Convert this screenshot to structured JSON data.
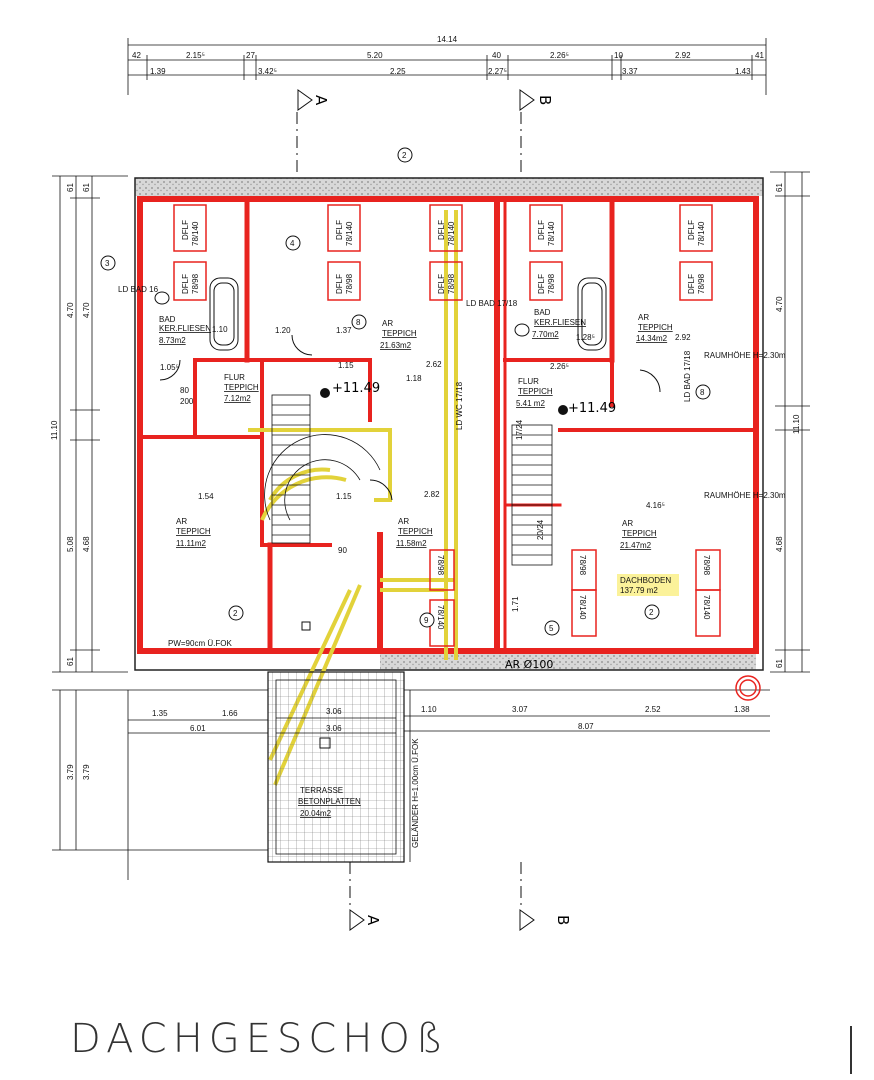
{
  "title": "DACHGESCHOß",
  "colors": {
    "wall": "#e8231f",
    "yellow": "#e2d23a",
    "line": "#111111",
    "hatch": "#9a9a9a"
  },
  "dims": {
    "top_total": "14.14",
    "top_row1": [
      "42",
      "2.15⁵",
      "27",
      "5.20",
      "40",
      "2.26⁵",
      "10",
      "2.92",
      "41"
    ],
    "top_row2": [
      "1.39",
      "3.42⁵",
      "2.25",
      "2.27⁵",
      "3.37",
      "1.43"
    ],
    "left_total": "11.10",
    "left_parts": [
      "61",
      "4.70",
      "5.08",
      "61"
    ],
    "left_inner": [
      "4.70",
      "4.68",
      "61"
    ],
    "right_total": "11.10",
    "right_parts": [
      "61",
      "4.70",
      "4.68",
      "61"
    ],
    "bottom_left": [
      "1.35",
      "1.66",
      "6.01"
    ],
    "bottom_mid": [
      "3.06",
      "3.06"
    ],
    "bottom_right": [
      "1.10",
      "3.07",
      "2.52",
      "1.38",
      "8.07"
    ],
    "lower_left": [
      "3.79",
      "3.79"
    ],
    "misc": [
      "1.05⁵",
      "1.20",
      "1.37",
      "1.15",
      "1.18",
      "2.62",
      "1.54",
      "1.15",
      "2.82",
      "4.16⁵",
      "2.92",
      "1.28⁵",
      "1.10",
      "2.26⁵",
      "1.71",
      "80",
      "200",
      "90"
    ]
  },
  "sections": {
    "a": "A",
    "b": "B"
  },
  "rooms": [
    {
      "name": "BAD",
      "floor": "KER.FLIESEN",
      "area": "8.73m2"
    },
    {
      "name": "AR",
      "floor": "TEPPICH",
      "area": "21.63m2"
    },
    {
      "name": "BAD",
      "floor": "KER.FLIESEN",
      "area": "7.70m2"
    },
    {
      "name": "AR",
      "floor": "TEPPICH",
      "area": "14.34m2"
    },
    {
      "name": "FLUR",
      "floor": "TEPPICH",
      "area": "7.12m2"
    },
    {
      "name": "FLUR",
      "floor": "TEPPICH",
      "area": "5.41 m2"
    },
    {
      "name": "AR",
      "floor": "TEPPICH",
      "area": "11.11m2"
    },
    {
      "name": "AR",
      "floor": "TEPPICH",
      "area": "11.58m2"
    },
    {
      "name": "AR",
      "floor": "TEPPICH",
      "area": "21.47m2"
    },
    {
      "name": "DACHBODEN",
      "floor": "",
      "area": "137.79 m2"
    },
    {
      "name": "TERRASSE",
      "floor": "BETONPLATTEN",
      "area": "20.04m2"
    }
  ],
  "windows": {
    "dflf": "DFLF",
    "size1": "78/140",
    "size2": "78/98"
  },
  "markers": [
    "2",
    "3",
    "4",
    "8",
    "8",
    "9",
    "5",
    "2",
    "2"
  ],
  "levels": [
    "+11.49",
    "+11.49"
  ],
  "annotations": {
    "ld_bad_a": "LD BAD 16",
    "ld_bad_b": "LD BAD 17/18",
    "ld_wc": "LD WC 17/18",
    "ld_bad_c": "LD BAD 17/18",
    "raumhoehe1": "RAUMHÖHE H=2.30m",
    "raumhoehe2": "RAUMHÖHE H=2.30m",
    "gelaender": "GELÄNDER H=1.00cm Ü.FOK",
    "pw": "PW=90cm Ü.FOK",
    "ar100": "AR Ø100",
    "steps": "20/24",
    "step2": "17/24"
  }
}
